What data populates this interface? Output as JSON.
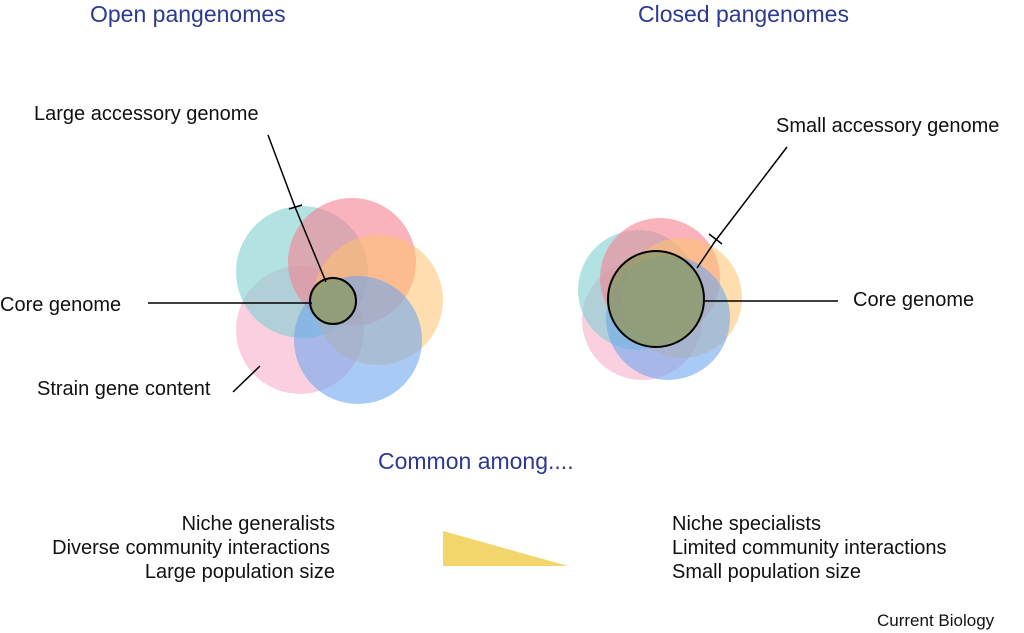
{
  "titles": {
    "open": "Open pangenomes",
    "closed": "Closed pangenomes",
    "common": "Common among...."
  },
  "open_labels": {
    "large_accessory": "Large accessory genome",
    "core": "Core genome",
    "strain": "Strain gene content"
  },
  "closed_labels": {
    "small_accessory": "Small accessory genome",
    "core": "Core genome"
  },
  "traits": {
    "open": [
      "Niche generalists",
      "Diverse community interactions",
      "Large population size"
    ],
    "closed": [
      "Niche specialists",
      "Limited community interactions",
      "Small population size"
    ]
  },
  "credit": "Current Biology",
  "colors": {
    "title_blue": "#2b3990",
    "teal": "#7fcfcf",
    "red": "#f7808f",
    "orange": "#fdc26b",
    "pink": "#f6a9c8",
    "blue": "#6fa7ec",
    "core_fill": "#8f9a6c",
    "wedge": "#f3d66b"
  }
}
